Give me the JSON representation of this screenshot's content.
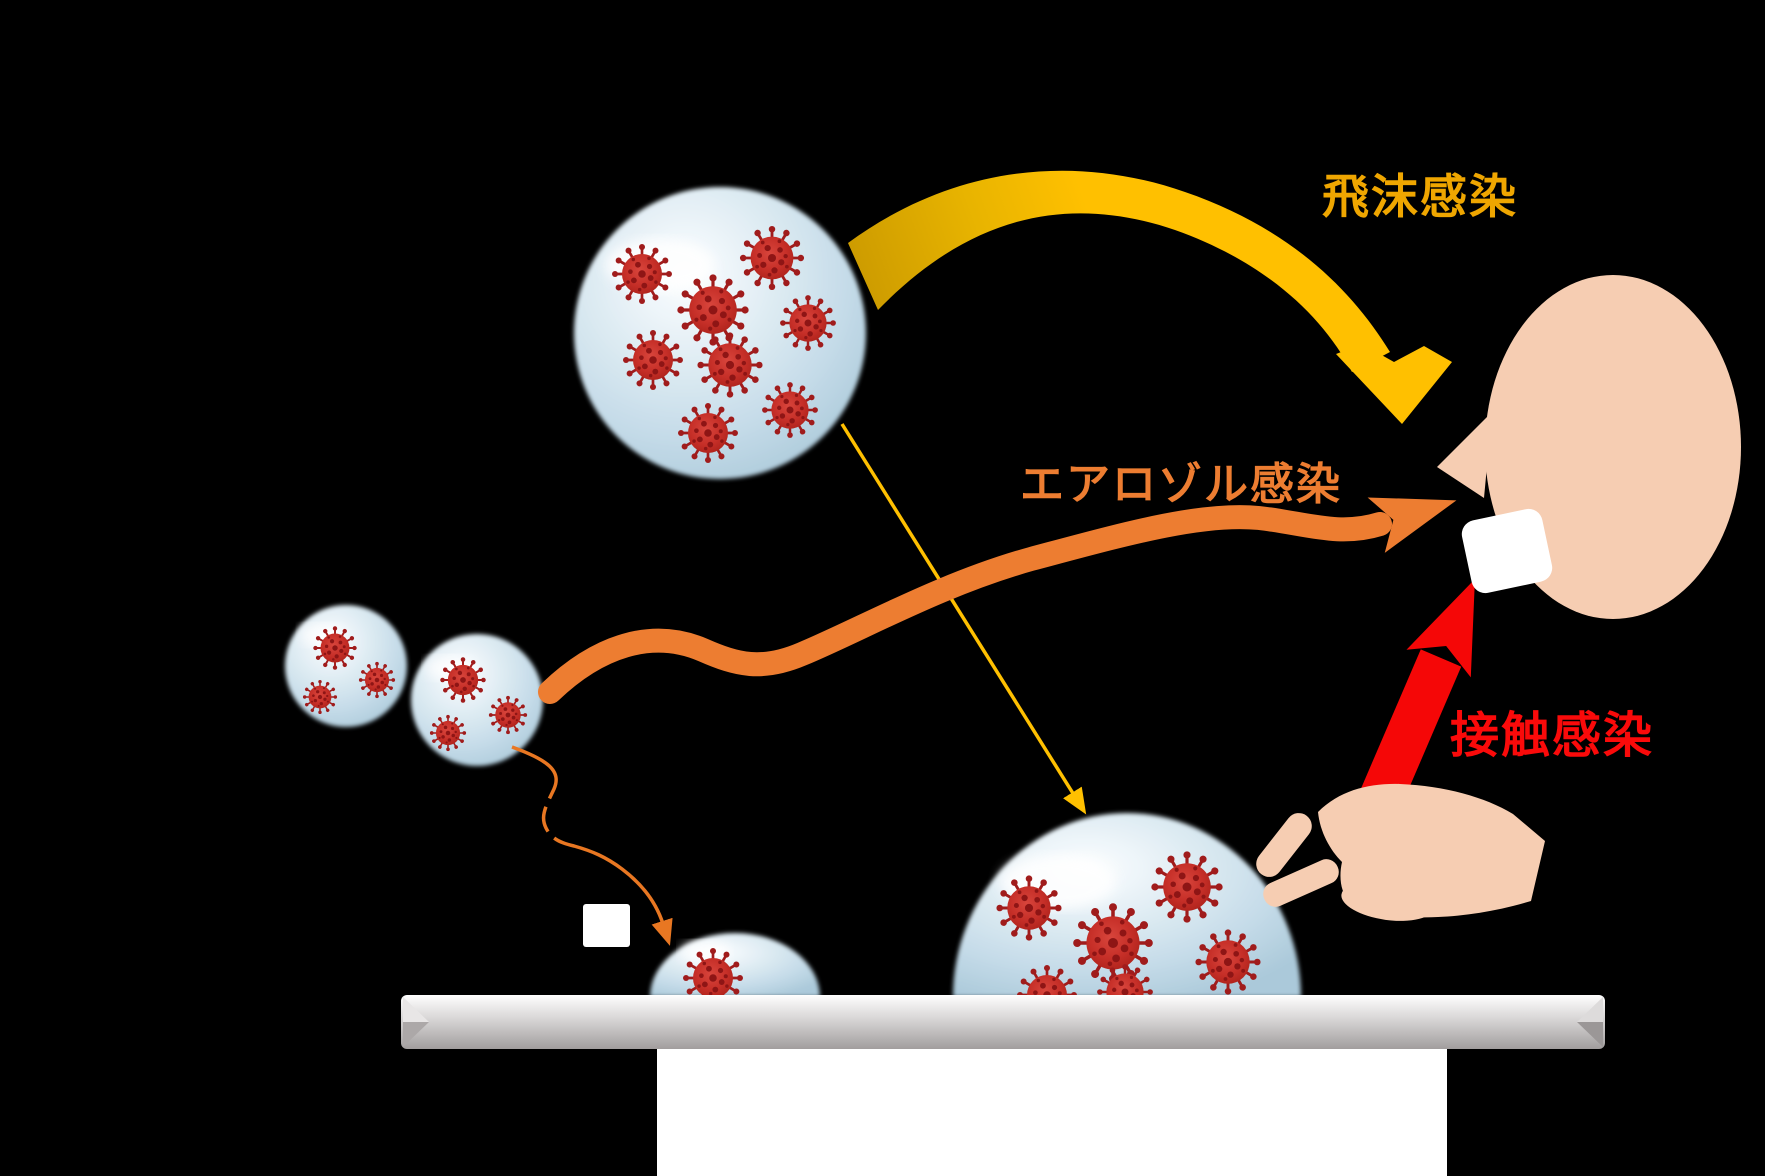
{
  "scene": {
    "background": "#000000",
    "labels": {
      "droplet": {
        "text": "飛沫感染",
        "color": "#EFA600"
      },
      "aerosol": {
        "text": "エアロゾル感染",
        "color": "#ED7D31"
      },
      "contact": {
        "text": "接触感染",
        "color": "#FA0A0A"
      }
    },
    "colors": {
      "scene_bg": "#000000",
      "label_droplet": "#EFA600",
      "label_aerosol": "#ED7D31",
      "label_contact": "#FA0A0A",
      "droplet_arrow": "#FFC000",
      "droplet_arrow_dark": "#C89700",
      "aerosol_arrow": "#ED7D31",
      "contact_arrow": "#F50707",
      "trajectory_line": "#FFC000",
      "settle_line": "#E87722",
      "skin": "#F6CDB2",
      "virus_body": "#C62F28",
      "virus_spike": "#A01C1C",
      "virus_dot": "#8E1515",
      "droplet_edge": "#ABC9DA",
      "table_dark": "#A19D9D",
      "pedestal": "#FFFFFF",
      "mouth": "#FFFFFF"
    },
    "icons": [
      "virus-icon",
      "airborne-droplet-icon",
      "surface-droplet-icon",
      "face-icon",
      "hand-icon",
      "table-icon"
    ]
  }
}
